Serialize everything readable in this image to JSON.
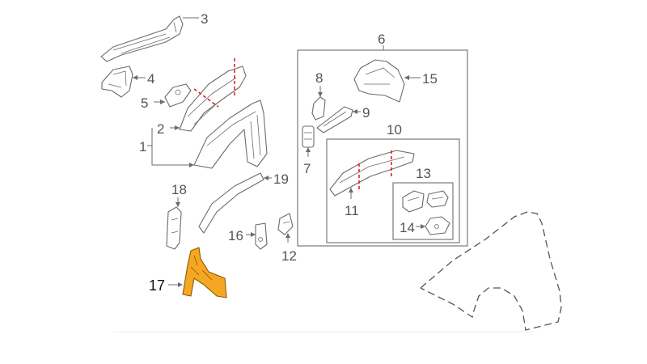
{
  "diagram": {
    "callouts": {
      "c1": "1",
      "c2": "2",
      "c3": "3",
      "c4": "4",
      "c5": "5",
      "c6": "6",
      "c7": "7",
      "c8": "8",
      "c9": "9",
      "c10": "10",
      "c11": "11",
      "c12": "12",
      "c13": "13",
      "c14": "14",
      "c15": "15",
      "c16": "16",
      "c17": "17",
      "c18": "18",
      "c19": "19"
    },
    "highlighted_part": "17",
    "colors": {
      "highlight_fill": "#f5a623",
      "cut_line": "#e0202a",
      "line": "#6b6b6b"
    }
  }
}
